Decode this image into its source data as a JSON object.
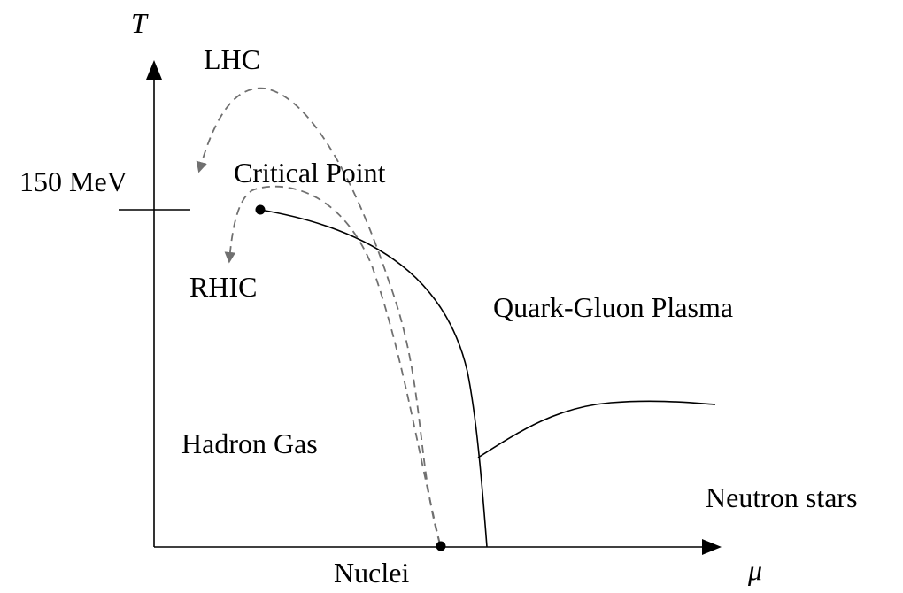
{
  "axes": {
    "y_label": "T",
    "x_label": "μ",
    "y_tick_label": "150 MeV"
  },
  "labels": {
    "lhc": "LHC",
    "rhic": "RHIC",
    "critical_point": "Critical Point",
    "qgp": "Quark-Gluon Plasma",
    "hadron_gas": "Hadron Gas",
    "neutron_stars": "Neutron stars",
    "nuclei": "Nuclei"
  },
  "colors": {
    "ink": "#000000",
    "trajectory": "#707070"
  }
}
